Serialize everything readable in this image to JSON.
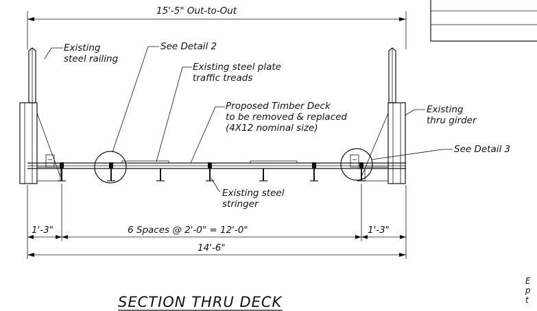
{
  "labels": {
    "overall": "15'-5\" Out-to-Out",
    "railing": [
      "Existing",
      "steel railing"
    ],
    "detail2": "See Detail 2",
    "treads": [
      "Existing steel plate",
      "traffic treads"
    ],
    "deck": [
      "Proposed Timber Deck",
      "to be removed & replaced",
      "(4X12 nominal size)"
    ],
    "girder": [
      "Existing",
      "thru girder"
    ],
    "detail3": "See Detail 3",
    "stringer": [
      "Existing steel",
      "stringer"
    ]
  },
  "dimensions": {
    "left_overhang": "1'-3\"",
    "spacing": "6 Spaces @ 2'-0\" = 12'-0\"",
    "right_overhang": "1'-3\"",
    "total": "14'-6\""
  },
  "title": "SECTION THRU DECK",
  "side_note": [
    "E",
    "p",
    "t"
  ]
}
